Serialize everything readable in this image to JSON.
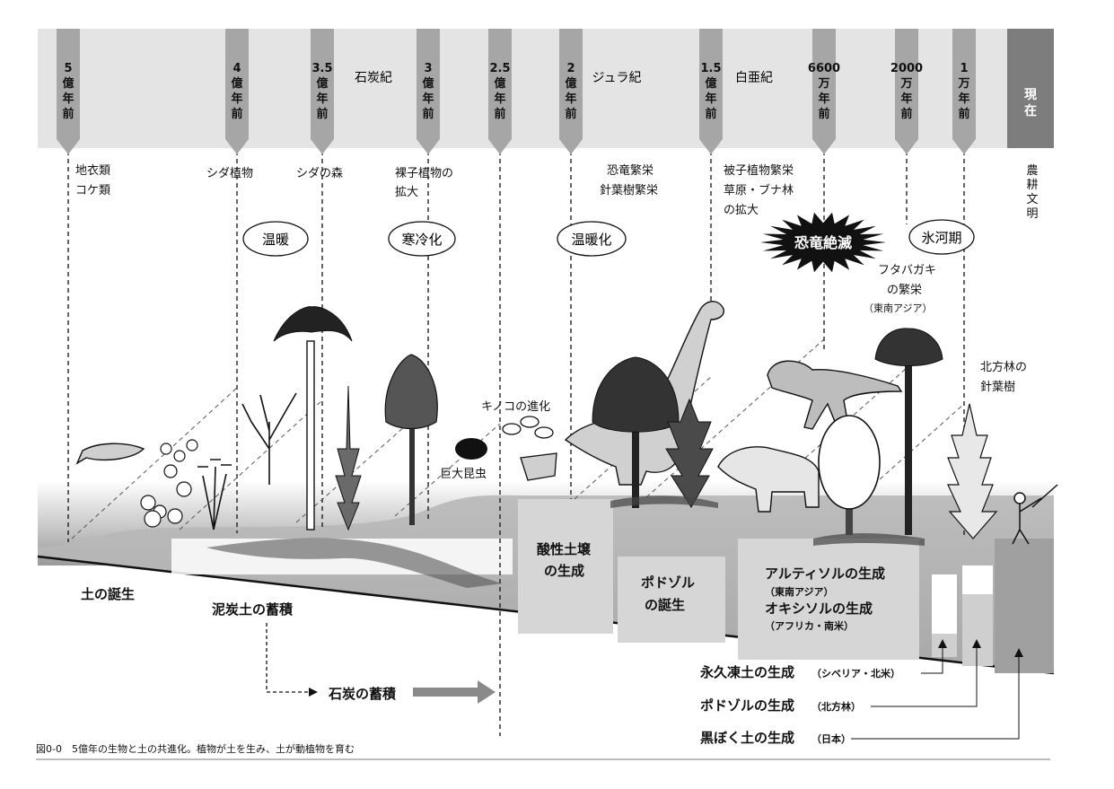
{
  "timeline": {
    "markers": [
      {
        "lines": [
          "5",
          "億",
          "年",
          "前"
        ]
      },
      {
        "lines": [
          "4",
          "億",
          "年",
          "前"
        ]
      },
      {
        "lines": [
          "3.5",
          "億",
          "年",
          "前"
        ]
      },
      {
        "lines": [
          "3",
          "億",
          "年",
          "前"
        ]
      },
      {
        "lines": [
          "2.5",
          "億",
          "年",
          "前"
        ]
      },
      {
        "lines": [
          "2",
          "億",
          "年",
          "前"
        ]
      },
      {
        "lines": [
          "1.5",
          "億",
          "年",
          "前"
        ]
      },
      {
        "lines": [
          "6600",
          "万",
          "年",
          "前"
        ]
      },
      {
        "lines": [
          "2000",
          "万",
          "年",
          "前"
        ]
      },
      {
        "lines": [
          "1",
          "万",
          "年",
          "前"
        ]
      }
    ],
    "periods": [
      "石炭紀",
      "ジュラ紀",
      "白亜紀"
    ],
    "present": [
      "現",
      "在"
    ]
  },
  "events": {
    "lichen": [
      "地衣類",
      "コケ類"
    ],
    "fern": "シダ植物",
    "fern_forest": "シダの森",
    "gymnosperm": [
      "裸子植物の",
      "拡大"
    ],
    "dino_boom": [
      "恐竜繁栄",
      "針葉樹繁栄"
    ],
    "angiosperm": [
      "被子植物繁栄",
      "草原・ブナ林",
      "の拡大"
    ],
    "agriculture": [
      "農",
      "耕",
      "文",
      "明"
    ],
    "mushroom": "キノコの進化",
    "giant_insect": "巨大昆虫",
    "dipterocarp": [
      "フタバガキ",
      "の繁栄",
      "（東南アジア）"
    ],
    "boreal": [
      "北方林の",
      "針葉樹"
    ]
  },
  "climate": {
    "warm": "温暖",
    "cooling": "寒冷化",
    "warming": "温暖化",
    "extinction": "恐竜絶滅",
    "ice_age": "氷河期"
  },
  "soils": {
    "birth": "土の誕生",
    "peat": "泥炭土の蓄積",
    "coal": "石炭の蓄積",
    "acidic": [
      "酸性土壌",
      "の生成"
    ],
    "podzol_birth": [
      "ポドゾル",
      "の誕生"
    ],
    "ultisol": "アルティソルの生成",
    "ultisol_region": "（東南アジア）",
    "oxisol": "オキシソルの生成",
    "oxisol_region": "（アフリカ・南米）",
    "permafrost": "永久凍土の生成",
    "permafrost_region": "（シベリア・北米）",
    "podzol_gen": "ポドゾルの生成",
    "podzol_gen_region": "（北方林）",
    "andosol": "黒ぼく土の生成",
    "andosol_region": "（日本）"
  },
  "caption": "図0-0　5億年の生物と土の共進化。植物が土を生み、土が動植物を育む"
}
